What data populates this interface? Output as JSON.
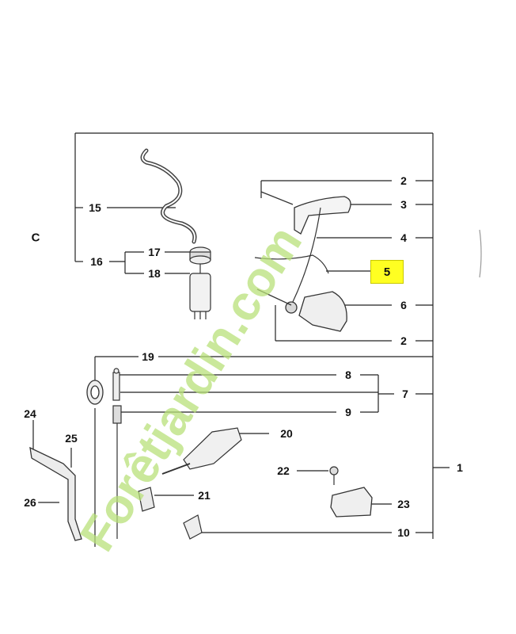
{
  "section_label": "C",
  "highlight_color": "#ffff22",
  "watermark": {
    "text": "Forêtjardin.com",
    "color_main": "#b8e07a",
    "color_accent": "#d2c9b9",
    "accent_color_e": "#f2b55a"
  },
  "labels": {
    "l1": "1",
    "l2a": "2",
    "l2b": "2",
    "l3": "3",
    "l4": "4",
    "l5": "5",
    "l6": "6",
    "l7": "7",
    "l8": "8",
    "l9": "9",
    "l10": "10",
    "l15": "15",
    "l16": "16",
    "l17": "17",
    "l18": "18",
    "l19": "19",
    "l20": "20",
    "l21": "21",
    "l22": "22",
    "l23": "23",
    "l24": "24",
    "l25": "25",
    "l26": "26"
  }
}
